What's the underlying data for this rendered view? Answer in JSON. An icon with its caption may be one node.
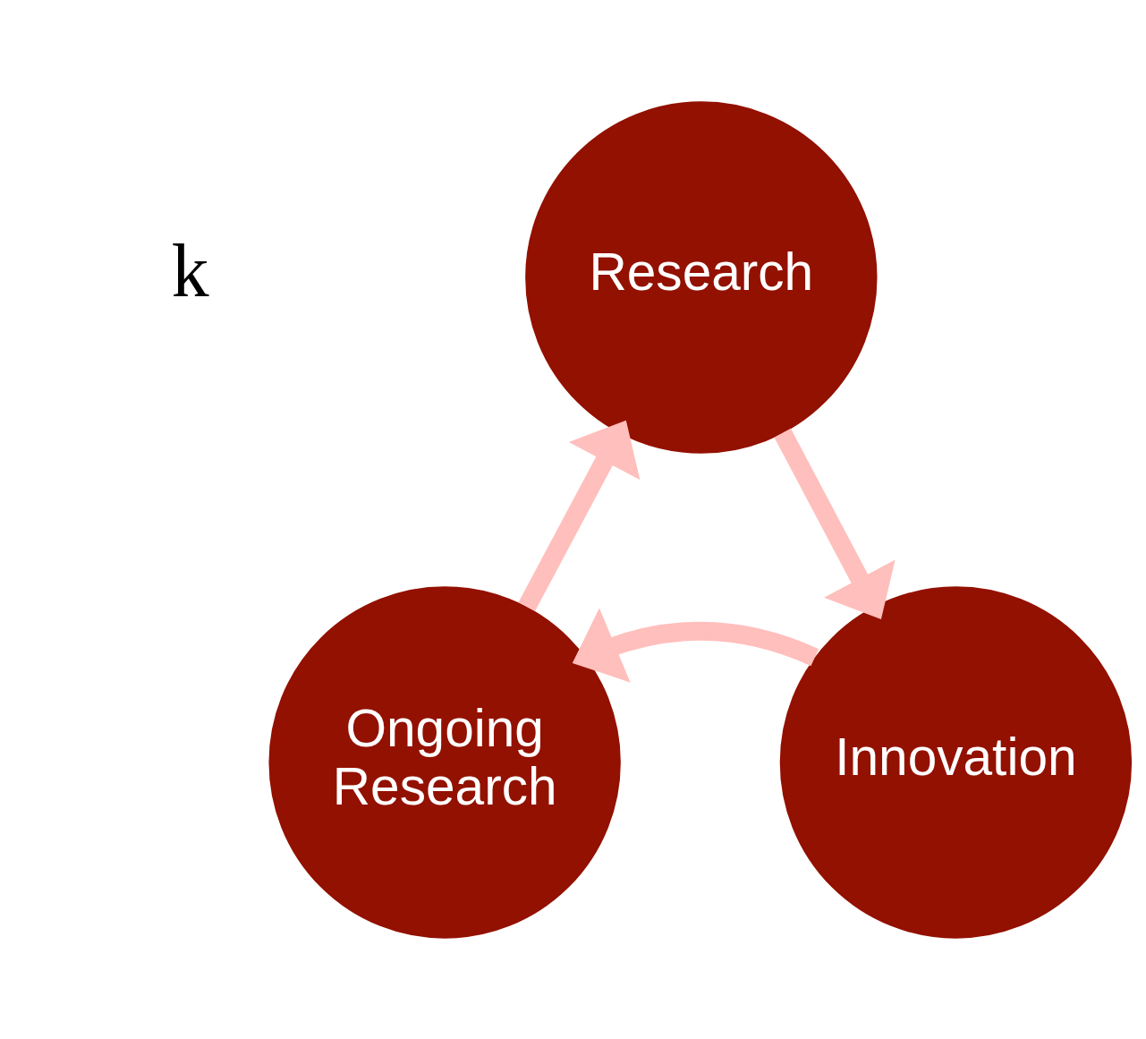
{
  "diagram": {
    "nodes": [
      {
        "text": [
          "Research"
        ]
      },
      {
        "text": [
          "Innovation"
        ]
      },
      {
        "text": [
          "Ongoing Research"
        ]
      }
    ],
    "edges": [
      {
        "from": 0,
        "to": 1,
        "arrow": "to"
      },
      {
        "from": 1,
        "to": 2,
        "arrow": "to"
      },
      {
        "from": 2,
        "to": 0,
        "arrow": "to"
      }
    ],
    "labels": [
      "k"
    ]
  }
}
